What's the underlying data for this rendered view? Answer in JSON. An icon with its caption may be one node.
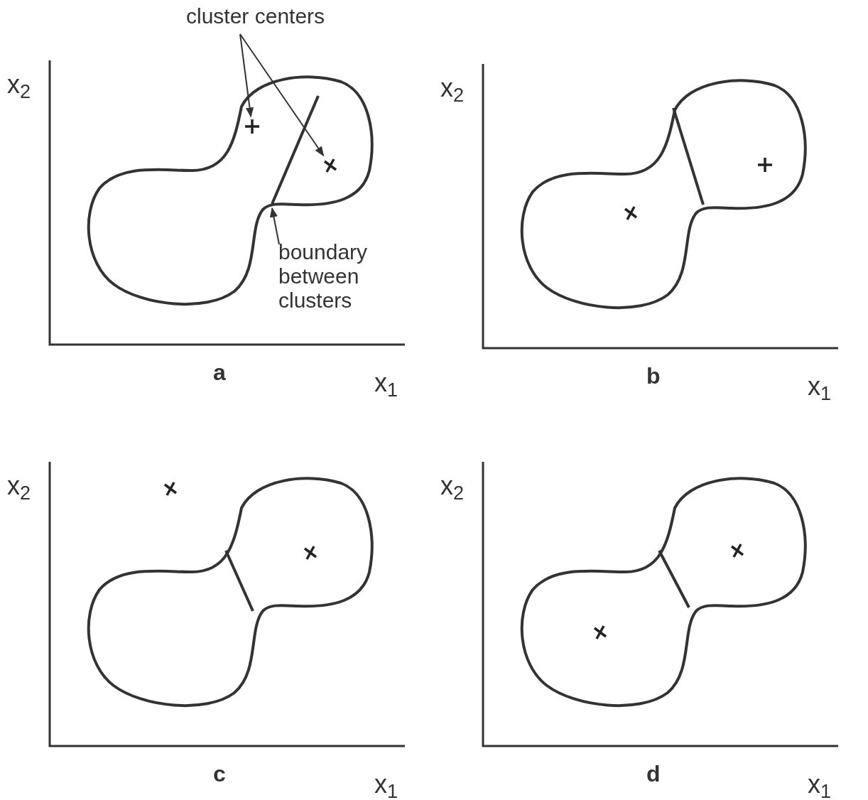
{
  "diagram": {
    "nodes": [
      {
        "text": [
          "cluster centers"
        ]
      },
      {
        "text": [],
        "shape": "plus"
      },
      {
        "text": [],
        "shape": "cross"
      },
      {
        "text": [
          "boundary between clusters"
        ]
      },
      {
        "text": [],
        "shape": "line"
      }
    ],
    "edges": [
      {
        "from": 0,
        "to": 1,
        "arrow": "to"
      },
      {
        "from": 0,
        "to": 2,
        "arrow": "to"
      },
      {
        "from": 3,
        "to": 4,
        "arrow": "to"
      }
    ],
    "labels": [
      "x$_{2}$",
      "a",
      "x$_{1}$",
      "x$_{2}$",
      "b",
      "x$_{1}$",
      "x$_{2}$",
      "c",
      "x$_{1}$",
      "x$_{2}$",
      "d",
      "x$_{1}$"
    ]
  }
}
